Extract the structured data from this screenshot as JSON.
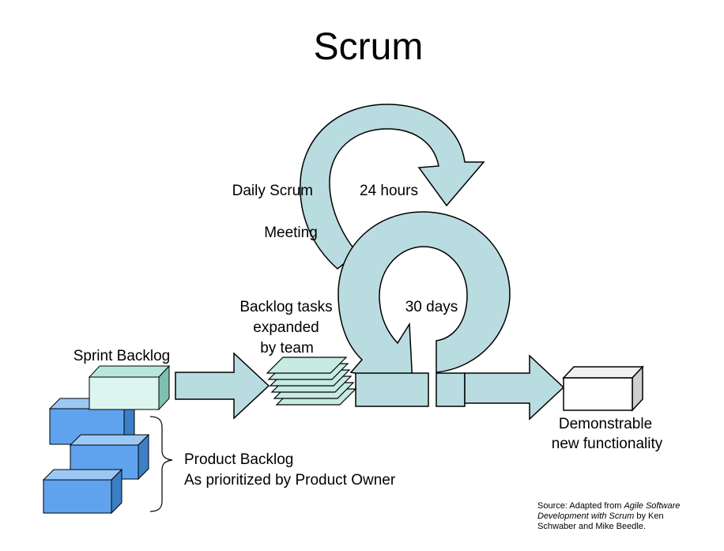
{
  "title": "Scrum",
  "labels": {
    "daily_scrum": [
      "Daily Scrum",
      "Meeting"
    ],
    "hours": "24 hours",
    "days": "30 days",
    "backlog_tasks": [
      "Backlog tasks",
      "expanded",
      "by team"
    ],
    "sprint_backlog": "Sprint Backlog",
    "product_backlog": [
      "Product Backlog",
      "As prioritized by Product Owner"
    ],
    "demonstrable": [
      "Demonstrable",
      "new functionality"
    ]
  },
  "source": {
    "line1_prefix": "Source: Adapted from ",
    "line1_italic": "Agile Software",
    "line2_italic": "Development with Scrum",
    "line2_suffix": " by Ken",
    "line3": "Schwaber and Mike Beedle."
  },
  "colors": {
    "loop_fill": "#b9dce0",
    "stroke": "#000000",
    "product_box_front": "#5fa3ee",
    "product_box_top": "#9cc8f5",
    "product_box_side": "#3c7fc7",
    "sprint_box_front": "#dcf5ef",
    "sprint_box_top": "#b7e6dc",
    "sprint_box_side": "#7fbfb2",
    "task_card": "#c5ebe2",
    "output_box_front": "#ffffff",
    "output_box_top": "#f0f0f0",
    "output_box_side": "#cfcfcf"
  }
}
